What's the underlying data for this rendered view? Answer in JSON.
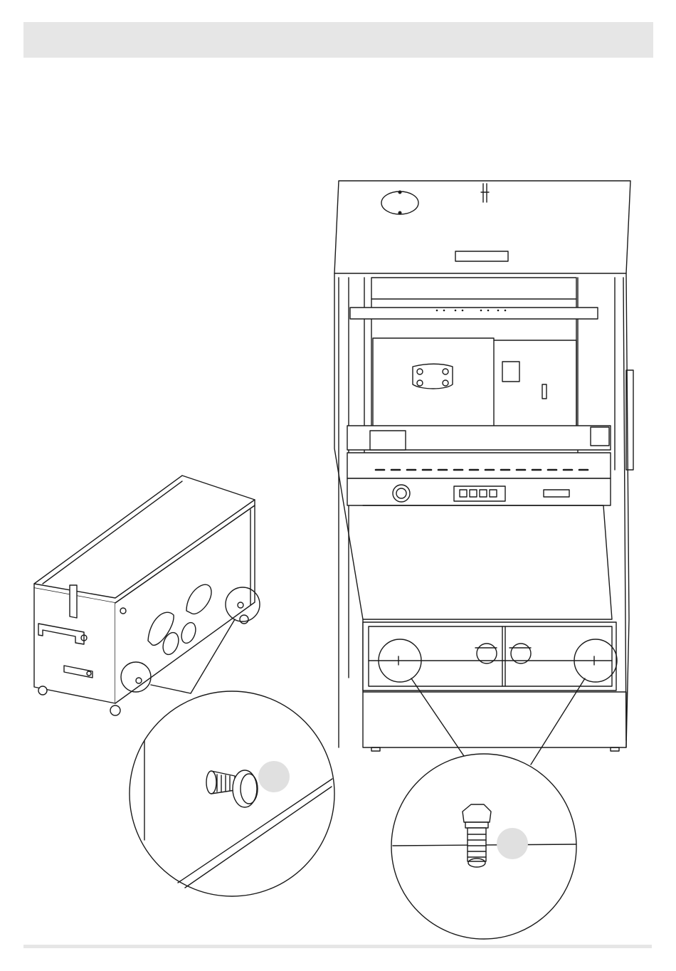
{
  "page": {
    "header_color": "#e6e6e6",
    "rule_color": "#e6e6e6",
    "callout_fill": "#e0e0e0",
    "line_color": "#1a1a1a"
  },
  "illustrations": [
    {
      "name": "cabinet-side-view",
      "detail": "leveling-foot-bolt"
    },
    {
      "name": "grill-cabinet-front-view",
      "detail": "hex-bolt"
    }
  ]
}
